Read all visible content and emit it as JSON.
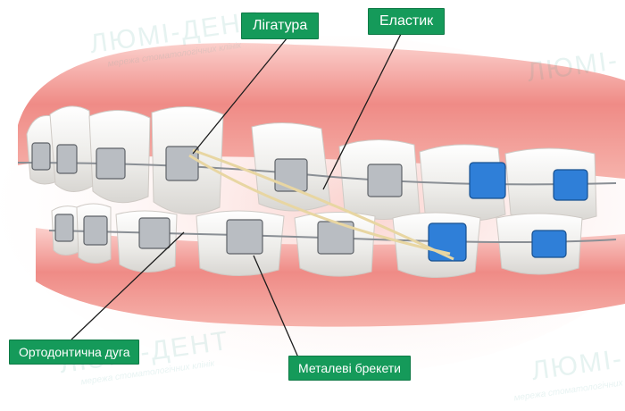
{
  "labels": {
    "ligature": "Лігатура",
    "elastic": "Еластик",
    "arch": "Ортодонтична дуга",
    "brackets": "Металеві брекети"
  },
  "watermark": {
    "brand": "ЛЮМІ-ДЕНТ",
    "brand_partial": "ЛЮМІ-",
    "tagline": "мережа стоматологічних клінік"
  },
  "colors": {
    "label_bg": "#159a5a",
    "gum": "#ef7f7f",
    "tooth": "#f1f1ef",
    "metal_bracket": "#b9bdc2",
    "ceramic_blue_bracket": "#2f7fd8",
    "elastic": "#e8d6a2",
    "arch_wire": "#8a8f95"
  }
}
